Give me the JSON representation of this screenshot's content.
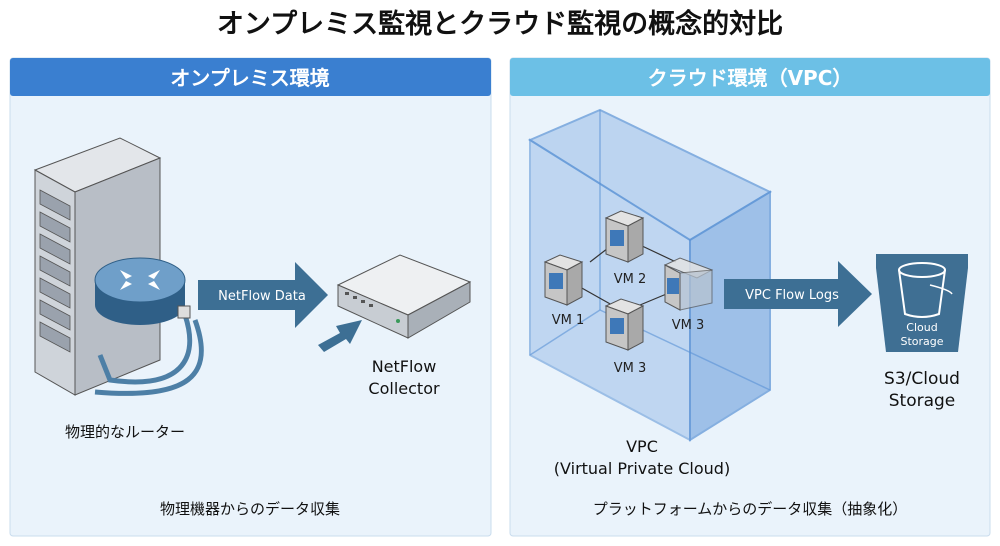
{
  "title": "オンプレミス監視とクラウド監視の概念的対比",
  "colors": {
    "onprem_header": "#3a7fd0",
    "cloud_header": "#6cc0e6",
    "panel_bg": "#eaf3fb",
    "arrow": "#3d6f94",
    "vpc_box": "#5b93d6",
    "storage": "#3f6f93"
  },
  "left_panel": {
    "header": "オンプレミス環境",
    "router_label": "物理的なルーター",
    "arrow_label": "NetFlow Data",
    "collector_label_1": "NetFlow",
    "collector_label_2": "Collector",
    "footer": "物理機器からのデータ収集",
    "icons": [
      "server-rack-icon",
      "router-icon",
      "collector-appliance-icon"
    ]
  },
  "right_panel": {
    "header": "クラウド環境（VPC）",
    "vms": [
      "VM 1",
      "VM 2",
      "VM 3",
      "VM 3"
    ],
    "vpc_label_1": "VPC",
    "vpc_label_2": "(Virtual Private Cloud)",
    "arrow_label": "VPC Flow Logs",
    "bucket_text_1": "Cloud",
    "bucket_text_2": "Storage",
    "storage_label_1": "S3/Cloud",
    "storage_label_2": "Storage",
    "footer": "プラットフォームからのデータ収集（抽象化）",
    "icons": [
      "vpc-cube-icon",
      "vm-icon",
      "storage-bucket-icon"
    ]
  }
}
